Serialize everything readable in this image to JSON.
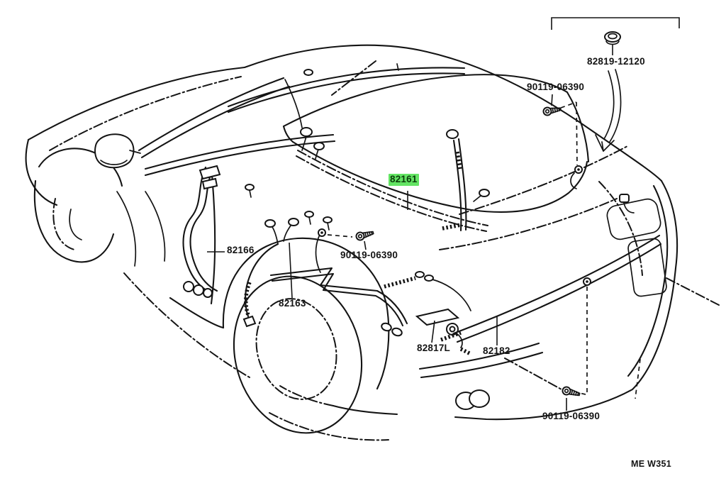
{
  "page": {
    "background_color": "#ffffff",
    "drawing_code": "ME W351"
  },
  "diagram": {
    "type": "vehicle-wiring-parts-diagram",
    "view": "rear-three-quarter line art of sports coupe with wiring harnesses",
    "line_color": "#141414",
    "highlight_color": "#63e463",
    "highlight_text_color": "#0a3c0a",
    "labels": [
      {
        "text": "82819-12120",
        "highlighted": false
      },
      {
        "text": "90119-06390",
        "highlighted": false
      },
      {
        "text": "82161",
        "highlighted": true
      },
      {
        "text": "82166",
        "highlighted": false
      },
      {
        "text": "90119-06390",
        "highlighted": false
      },
      {
        "text": "82163",
        "highlighted": false
      },
      {
        "text": "82817L",
        "highlighted": false
      },
      {
        "text": "82182",
        "highlighted": false
      },
      {
        "text": "90119-06390",
        "highlighted": false
      }
    ],
    "symbols": [
      "screw-icon",
      "grommet-icon",
      "curved-arrow-icon",
      "range-bracket-icon"
    ]
  }
}
